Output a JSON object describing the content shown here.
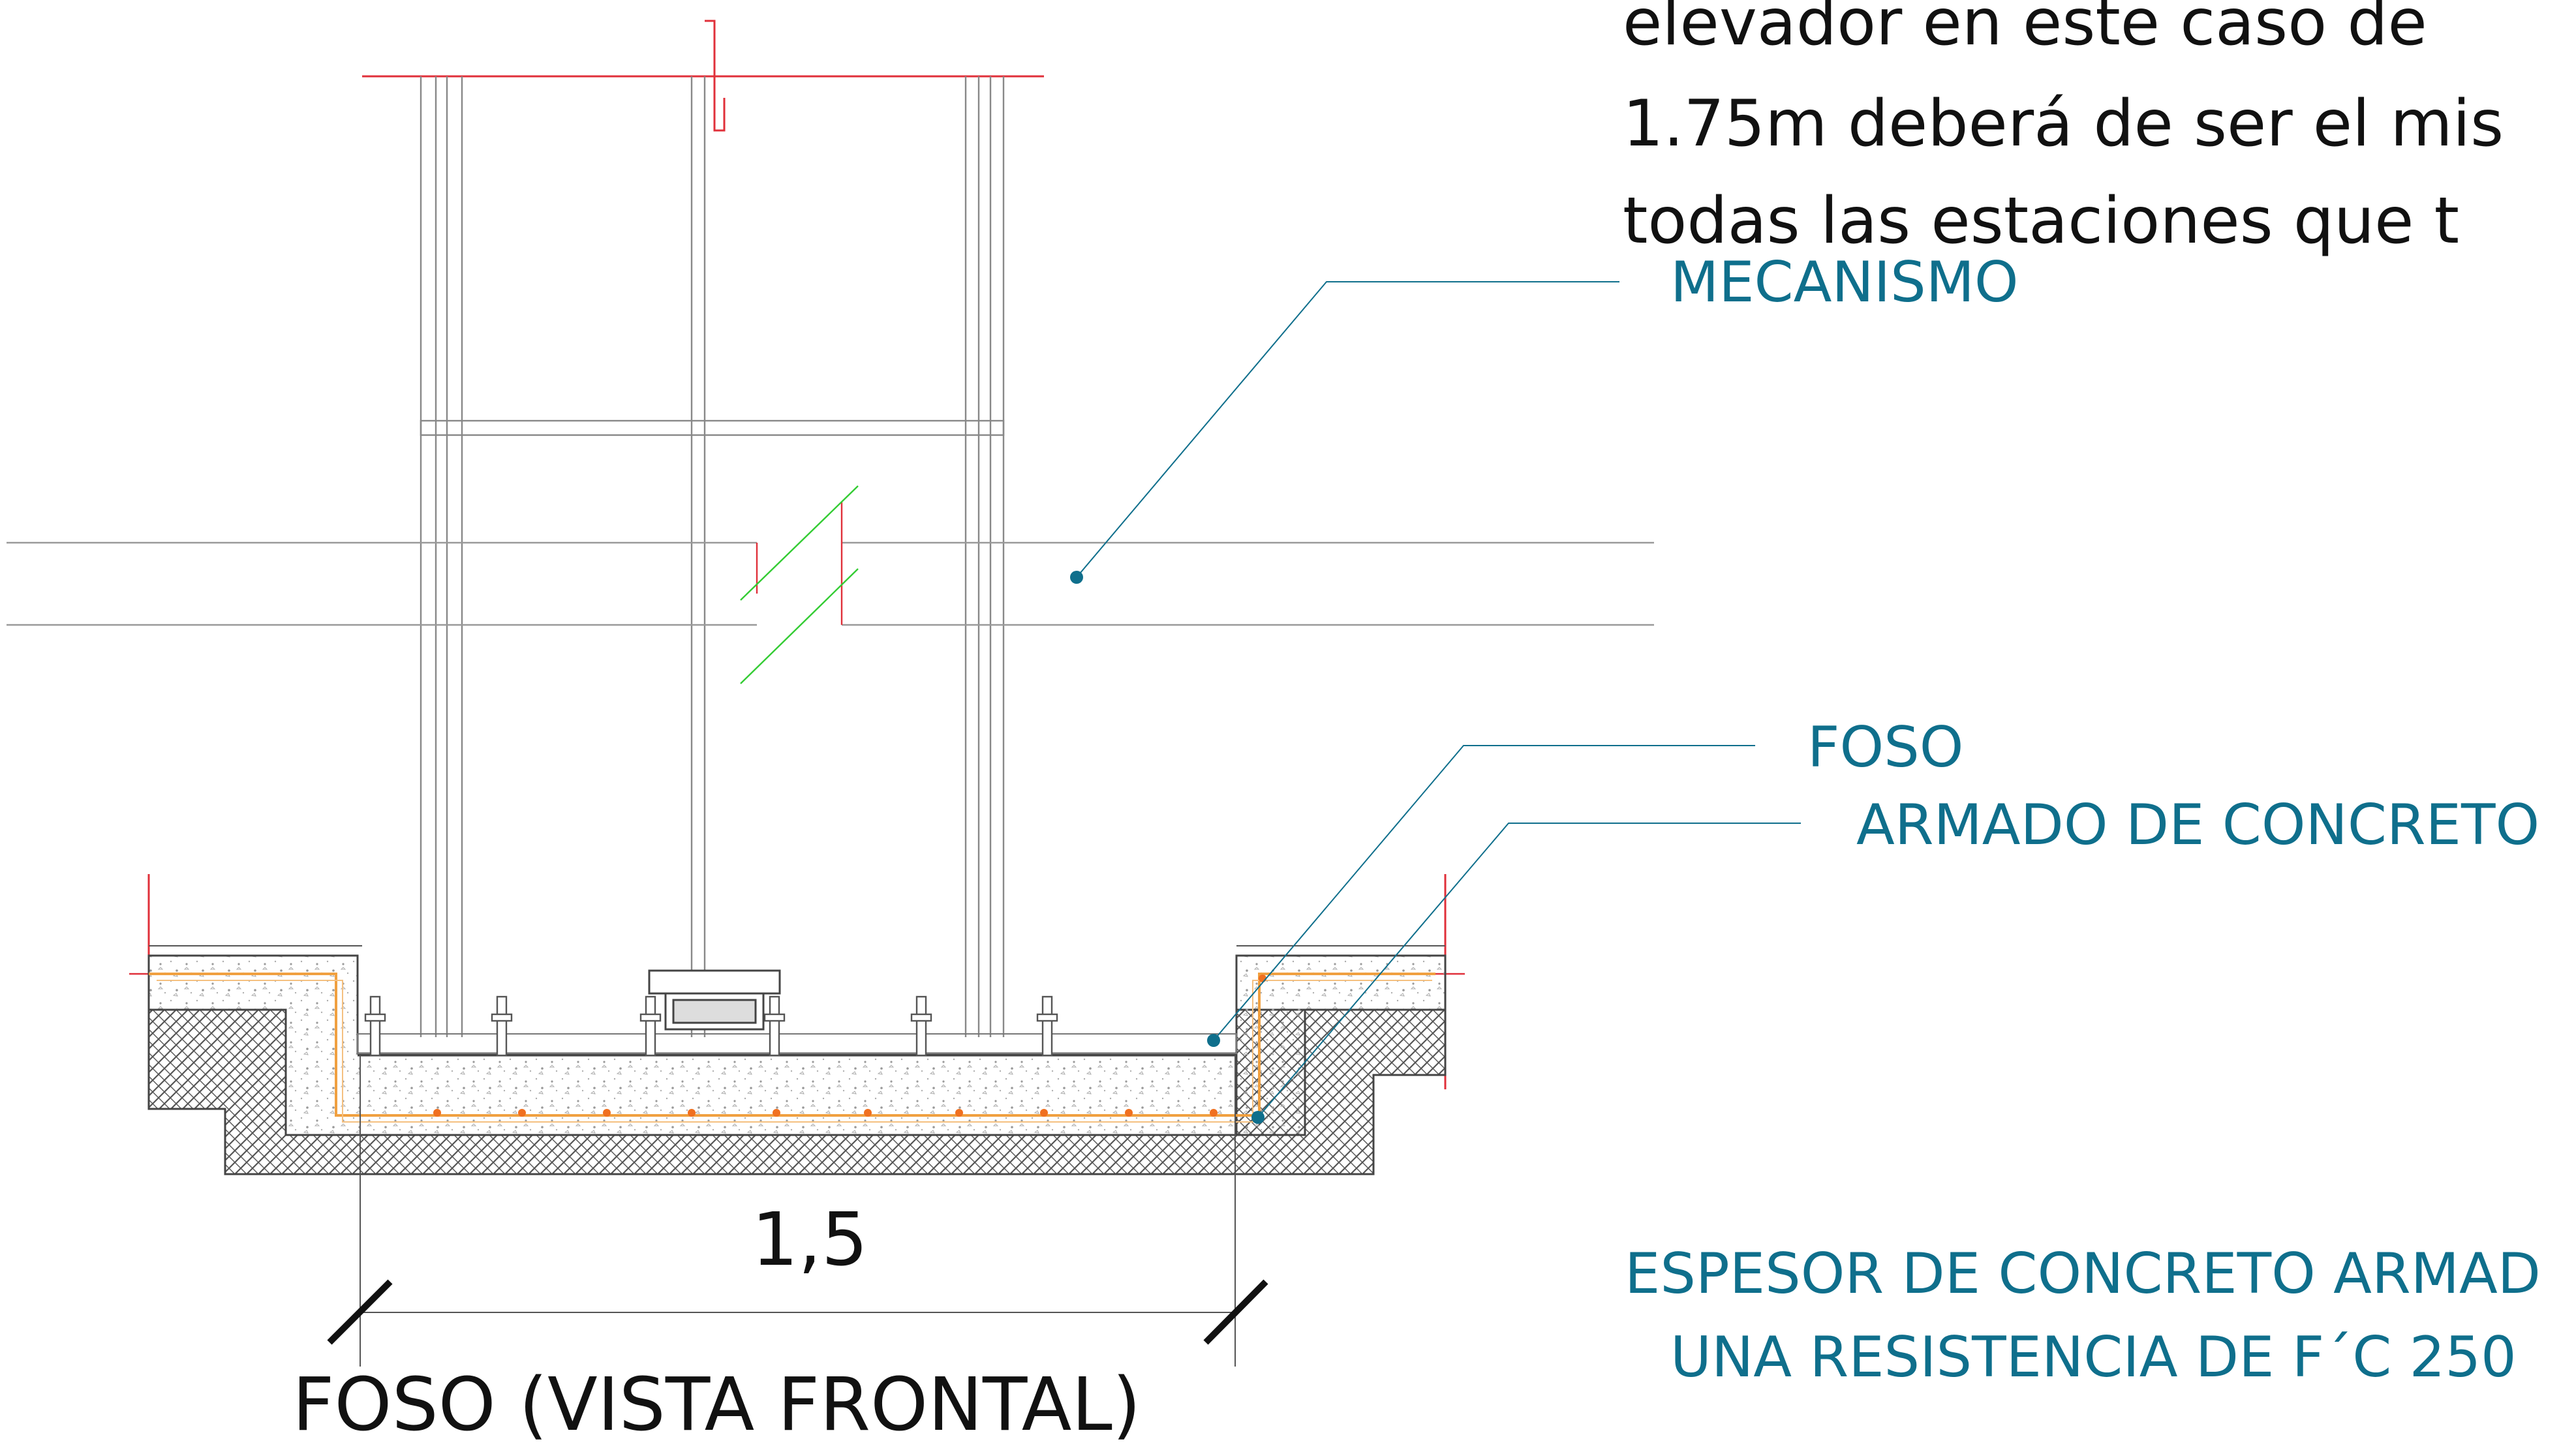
{
  "note": {
    "line1": "elevador en este caso de",
    "line2": "1.75m deberá de ser el mis",
    "line3": "todas las estaciones que t"
  },
  "labels": {
    "mecanismo": "MECANISMO",
    "foso": "FOSO",
    "armado": "ARMADO DE CONCRETO",
    "espesor_1": "ESPESOR DE CONCRETO ARMAD",
    "espesor_2": "UNA RESISTENCIA DE F´C 250"
  },
  "dimension": {
    "value": "1,5"
  },
  "title": "FOSO (VISTA FRONTAL)",
  "colors": {
    "leader": "#0f6f8c",
    "label": "#0f6f8c",
    "rebar": "#f0a040",
    "axis": "#e0303a",
    "break": "#33cc33",
    "linework": "#555555",
    "hatch": "#666666"
  }
}
